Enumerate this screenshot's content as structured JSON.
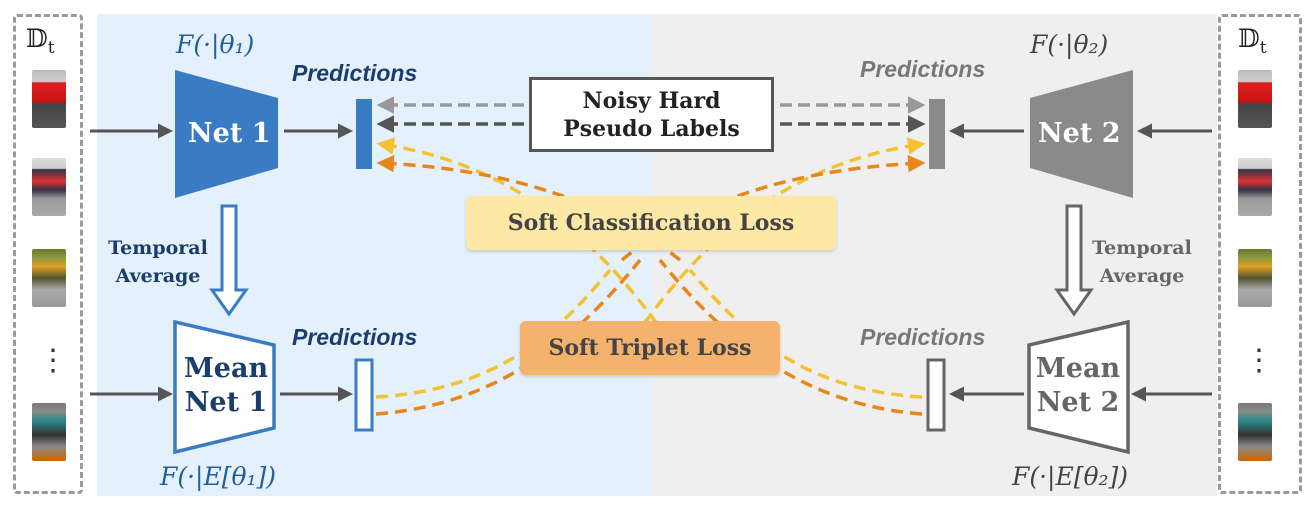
{
  "dataset_label": "𝔻",
  "dataset_sub": "t",
  "net1": {
    "label": "Net 1",
    "func": "F(·|θ₁)"
  },
  "net2": {
    "label": "Net 2",
    "func": "F(·|θ₂)"
  },
  "mean_net1": {
    "line1": "Mean",
    "line2": "Net 1",
    "func": "F(·|E[θ₁])"
  },
  "mean_net2": {
    "line1": "Mean",
    "line2": "Net 2",
    "func": "F(·|E[θ₂])"
  },
  "predictions_label": "Predictions",
  "noisy_labels": {
    "line1": "Noisy Hard",
    "line2": "Pseudo Labels"
  },
  "soft_classification_loss": "Soft Classification Loss",
  "soft_triplet_loss": "Soft Triplet Loss",
  "temporal_average": {
    "line1": "Temporal",
    "line2": "Average"
  },
  "ellipsis": "⋮",
  "colors": {
    "net1_blue": "#3a7cc4",
    "net2_gray": "#8a8a8a",
    "left_bg": "#e4f0fb",
    "right_bg": "#efefef",
    "classification_loss_bg": "#fde8a6",
    "triplet_loss_bg": "#f4b26c",
    "yellow_arrow": "#f2c230",
    "orange_arrow": "#e8861c"
  }
}
